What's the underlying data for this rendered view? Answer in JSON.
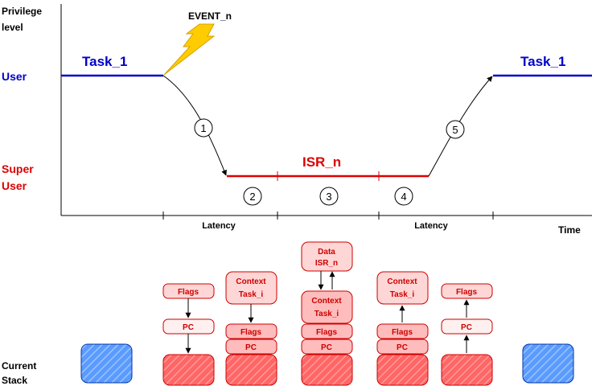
{
  "axis": {
    "y_title_line1": "Privilege",
    "y_title_line2": "level",
    "x_title": "Time"
  },
  "levels": {
    "user": "User",
    "super_line1": "Super",
    "super_line2": "User"
  },
  "event_label": "EVENT_n",
  "task_left": "Task_1",
  "task_right": "Task_1",
  "isr_label": "ISR_n",
  "steps": [
    "1",
    "2",
    "3",
    "4",
    "5"
  ],
  "latency_left": "Latency",
  "latency_right": "Latency",
  "stack_label_line1": "Current",
  "stack_label_line2": "Stack",
  "stack_boxes": {
    "flags": "Flags",
    "pc": "PC",
    "context_line1": "Context",
    "context_line2": "Task_i",
    "data_line1": "Data",
    "data_line2": "ISR_n"
  },
  "colors": {
    "user": "#0000cc",
    "super_user": "#dd0000",
    "stack_box_fill": "#ffd6d6",
    "stack_box_stroke": "#cc0000",
    "lightning": "#ffcc00",
    "user_stack": "#7fb2ff"
  }
}
